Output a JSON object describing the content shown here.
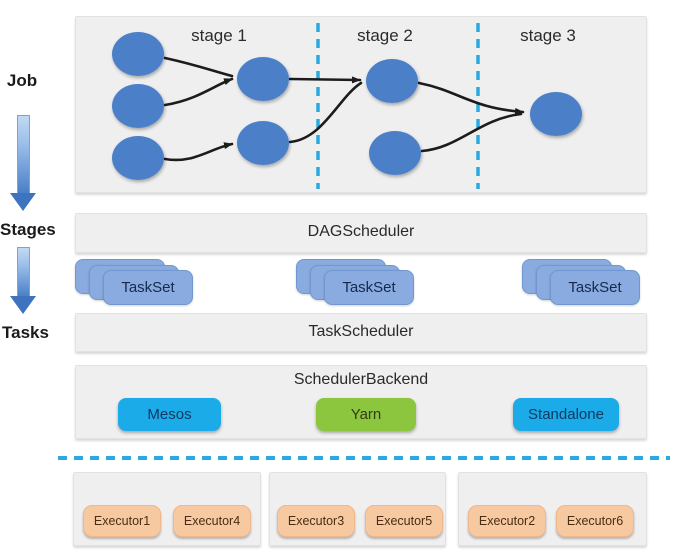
{
  "left_rail": {
    "job_label": "Job",
    "stages_label": "Stages",
    "tasks_label": "Tasks"
  },
  "dag_panel": {
    "stage_labels": [
      "stage 1",
      "stage 2",
      "stage 3"
    ],
    "node_count_per_stage": [
      5,
      2,
      1
    ],
    "node_color": "#4b80c8",
    "divider_color": "#29abe2",
    "edge_color": "#1c1c1c"
  },
  "scheduler_layers": {
    "dag_scheduler_label": "DAGScheduler",
    "task_scheduler_label": "TaskScheduler",
    "scheduler_backend_label": "SchedulerBackend"
  },
  "tasksets": {
    "labels": [
      "TaskSet",
      "TaskSet",
      "TaskSet"
    ],
    "card_color": "#8aabdf"
  },
  "backends": [
    {
      "label": "Mesos",
      "color": "#1aabe8"
    },
    {
      "label": "Yarn",
      "color": "#8cc63f"
    },
    {
      "label": "Standalone",
      "color": "#1aabe8"
    }
  ],
  "executors": {
    "groups": [
      {
        "buttons": [
          "Executor1",
          "Executor4"
        ]
      },
      {
        "buttons": [
          "Executor3",
          "Executor5"
        ]
      },
      {
        "buttons": [
          "Executor2",
          "Executor6"
        ]
      }
    ],
    "button_color": "#f7c9a1"
  },
  "separator_color": "#29abe2"
}
